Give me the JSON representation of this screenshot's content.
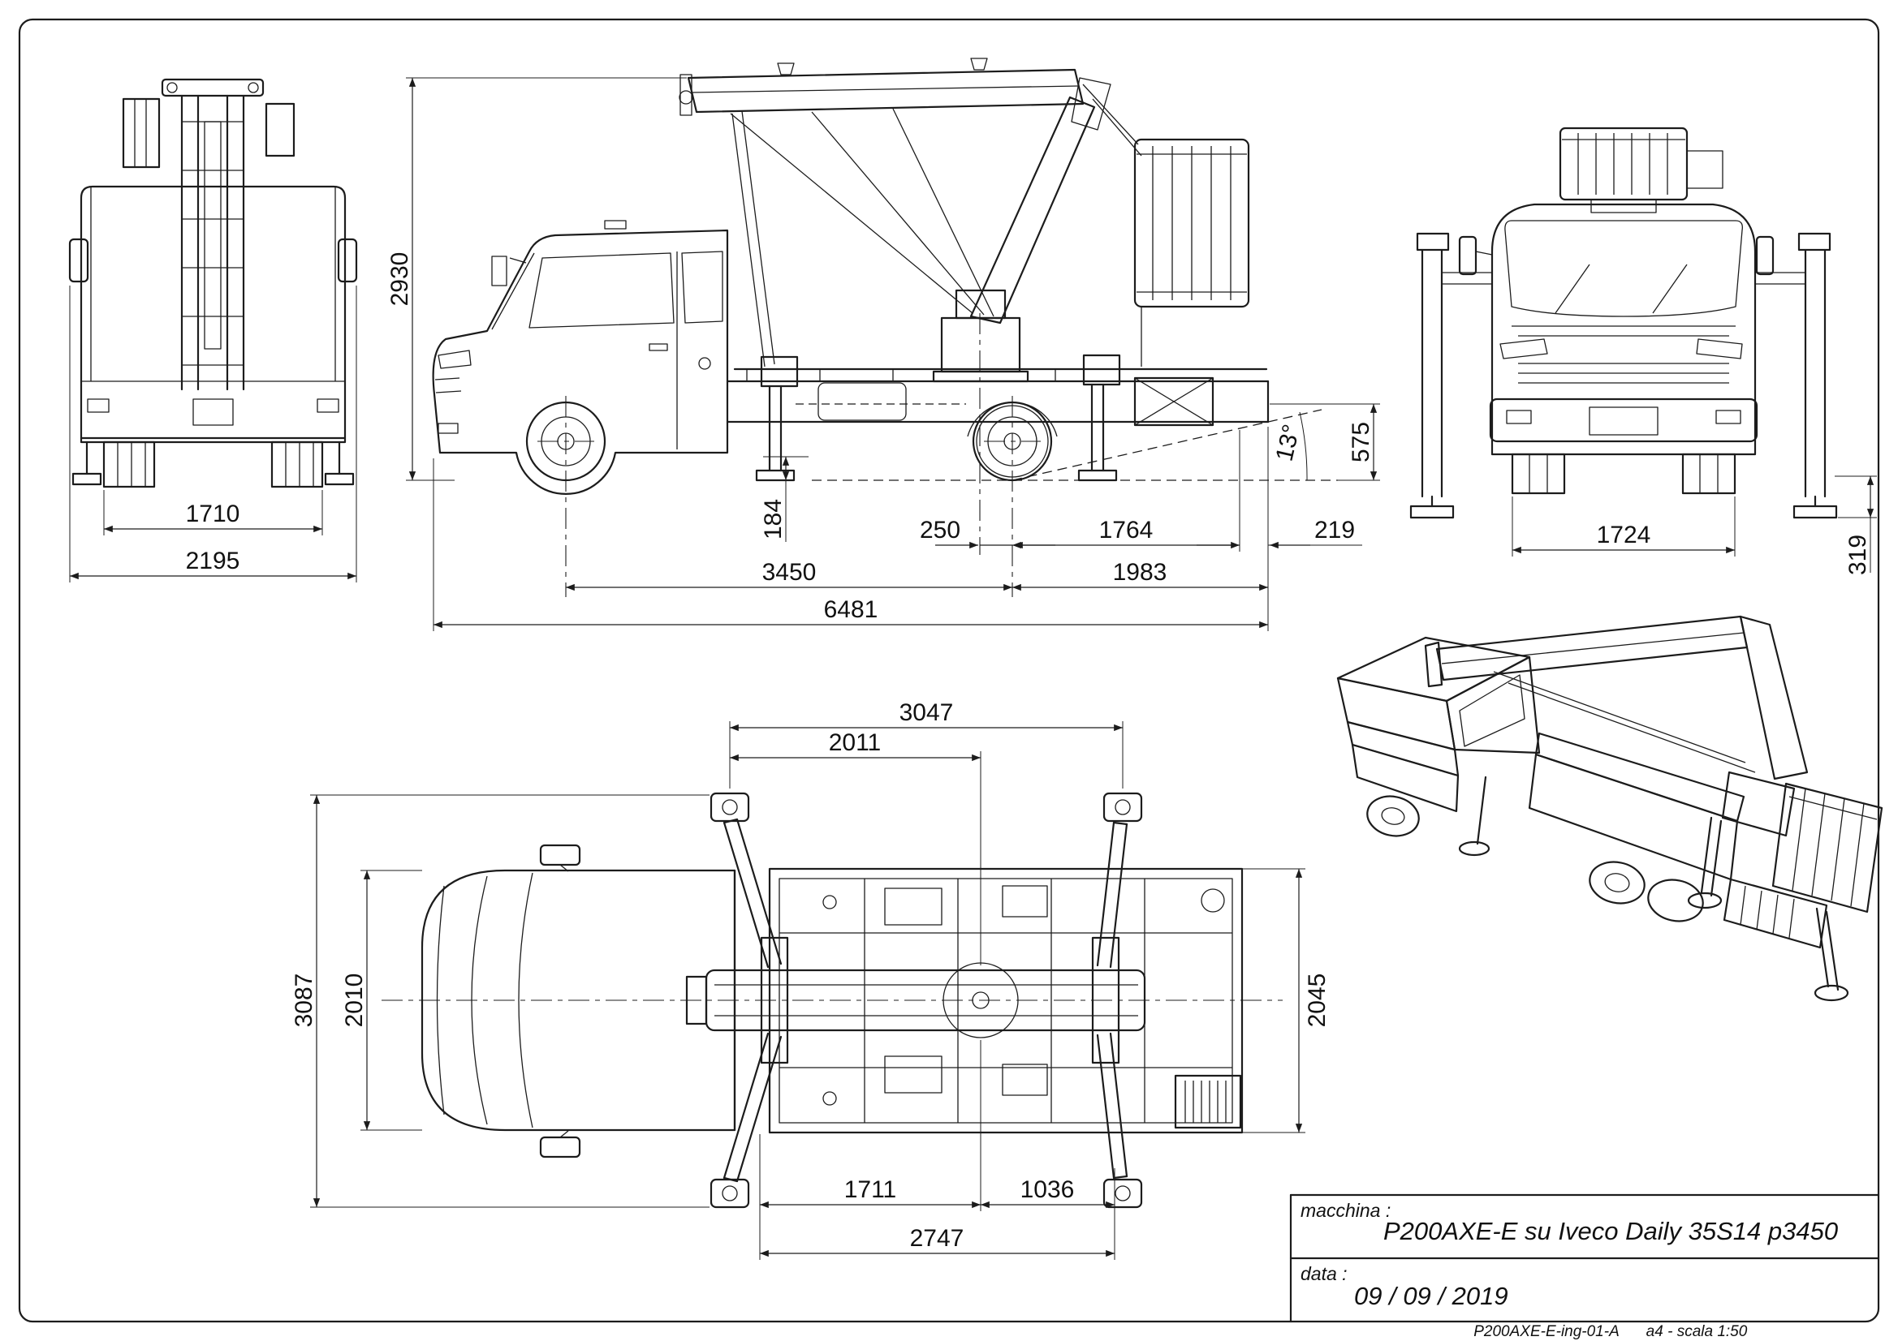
{
  "title_block": {
    "machine_label": "macchina :",
    "machine_value": "P200AXE-E su Iveco Daily 35S14 p3450",
    "date_label": "data :",
    "date_value": "09 / 09 / 2019"
  },
  "footer": {
    "drawing_code": "P200AXE-E-ing-01-A",
    "sheet_scale": "a4 - scala 1:50"
  },
  "dimensions": {
    "rear_view": {
      "dim_1710": "1710",
      "dim_2195": "2195"
    },
    "side_view": {
      "overall_height": "2930",
      "dim_184": "184",
      "dim_250": "250",
      "dim_1764": "1764",
      "dim_219": "219",
      "wheelbase": "3450",
      "dim_1983": "1983",
      "overall_length": "6481",
      "dim_575": "575",
      "angle": "13°"
    },
    "front_view": {
      "dim_1724": "1724",
      "dim_319": "319"
    },
    "top_view": {
      "dim_3047": "3047",
      "dim_2011": "2011",
      "dim_3087": "3087",
      "dim_2010": "2010",
      "dim_2045": "2045",
      "dim_1711": "1711",
      "dim_1036": "1036",
      "dim_2747": "2747"
    }
  }
}
